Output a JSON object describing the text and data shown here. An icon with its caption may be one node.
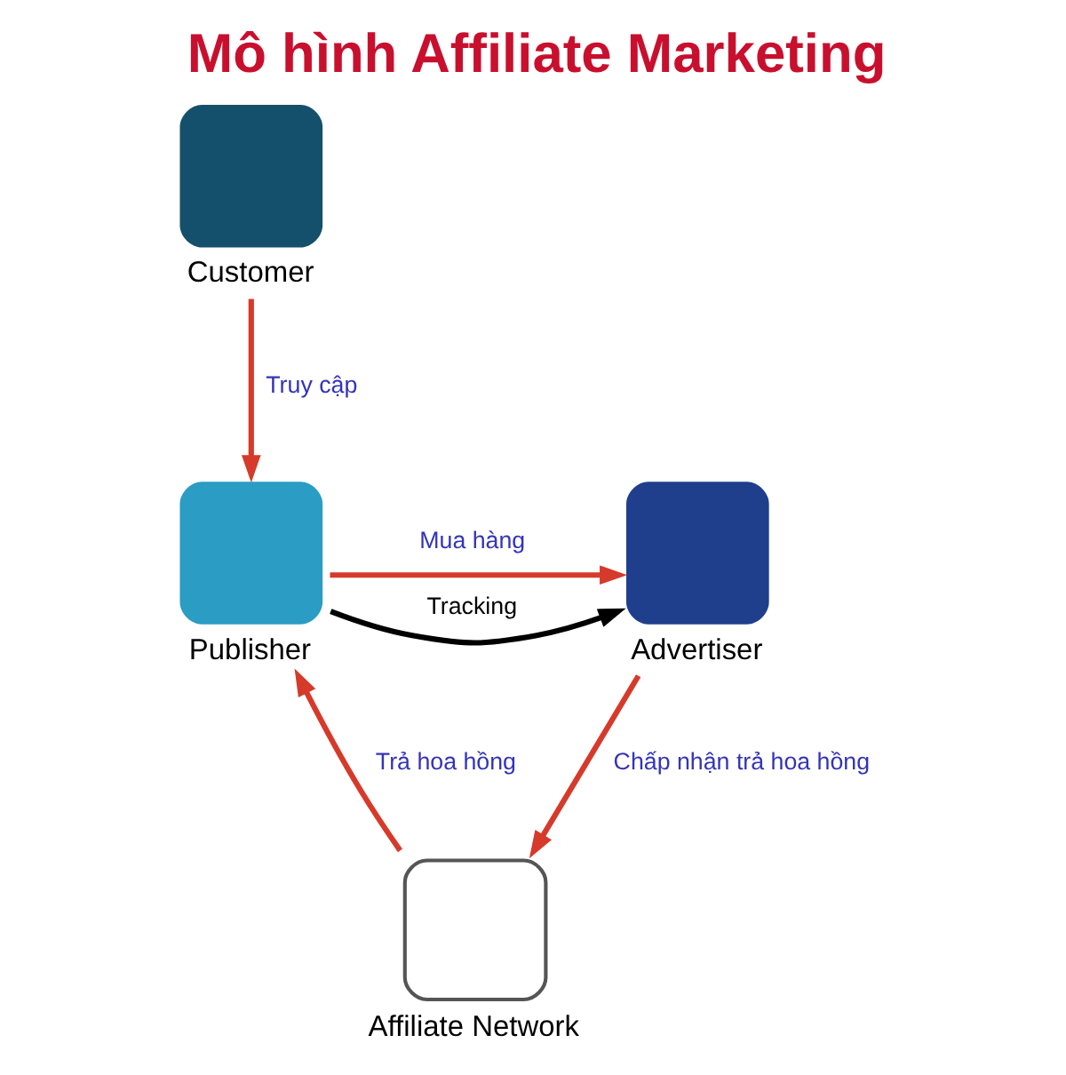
{
  "diagram": {
    "title": "Mô hình Affiliate Marketing",
    "nodes": [
      {
        "text": [
          "Customer"
        ]
      },
      {
        "text": [
          "Publisher"
        ]
      },
      {
        "text": [
          "Advertiser"
        ]
      },
      {
        "text": [
          "Affiliate Network"
        ]
      }
    ],
    "edges": [
      {
        "from": 0,
        "to": 1,
        "arrow": "to",
        "label": "Truy cập"
      },
      {
        "from": 1,
        "to": 2,
        "arrow": "to",
        "label": "Mua hàng"
      },
      {
        "from": 1,
        "to": 2,
        "arrow": "to",
        "label": "Tracking",
        "color": "#000000"
      },
      {
        "from": 2,
        "to": 3,
        "arrow": "to",
        "label": "Chấp nhận trả hoa hồng"
      },
      {
        "from": 3,
        "to": 1,
        "arrow": "to",
        "label": "Trả hoa hồng"
      }
    ]
  }
}
